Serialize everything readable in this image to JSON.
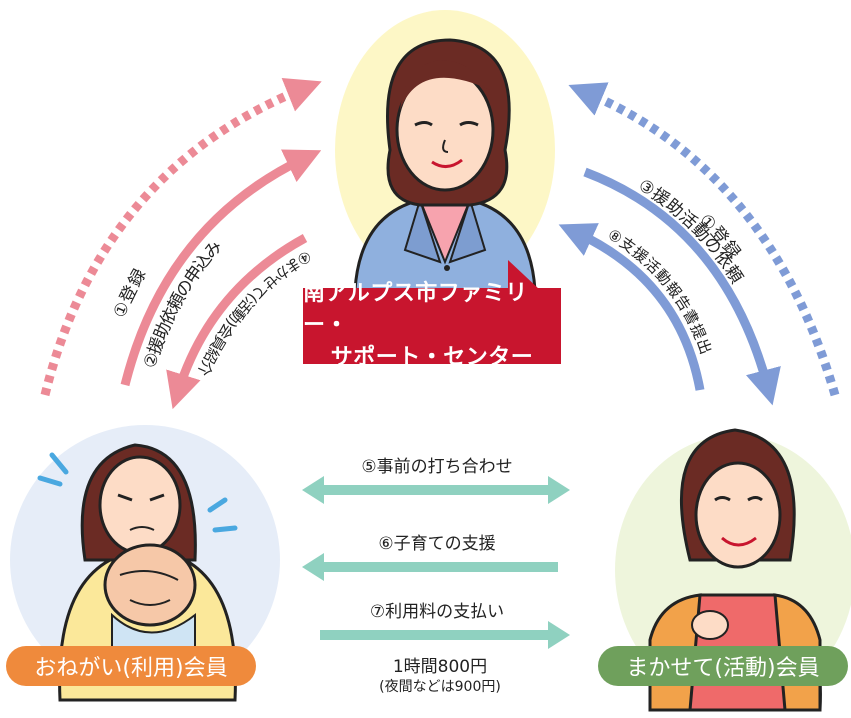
{
  "center": {
    "line1": "南アルプス市ファミリー・",
    "line2": "サポート・センター"
  },
  "left_flows": {
    "registration": "①登録",
    "request": "②援助依頼の申込み",
    "introduction": "④まかせて(活動)会員紹介"
  },
  "right_flows": {
    "registration": "①登録",
    "activity_request": "③援助活動の依頼",
    "report": "⑧支援活動報告書提出"
  },
  "middle_flows": {
    "meeting": "⑤事前の打ち合わせ",
    "support": "⑥子育ての支援",
    "payment": "⑦利用料の支払い"
  },
  "fee": {
    "line1": "1時間800円",
    "line2": "(夜間などは900円)"
  },
  "members": {
    "requesting": "おねがい(利用)会員",
    "providing": "まかせて(活動)会員"
  },
  "colors": {
    "pink": "#ec8a96",
    "blue": "#7f9bd6",
    "teal": "#8fd1c0",
    "red": "#c8152e",
    "orange": "#ef8a3c",
    "green": "#6fa05c",
    "yellow_bg": "#fdf7c6",
    "blue_bg": "#e6edf8",
    "green_bg": "#eef5dc"
  }
}
